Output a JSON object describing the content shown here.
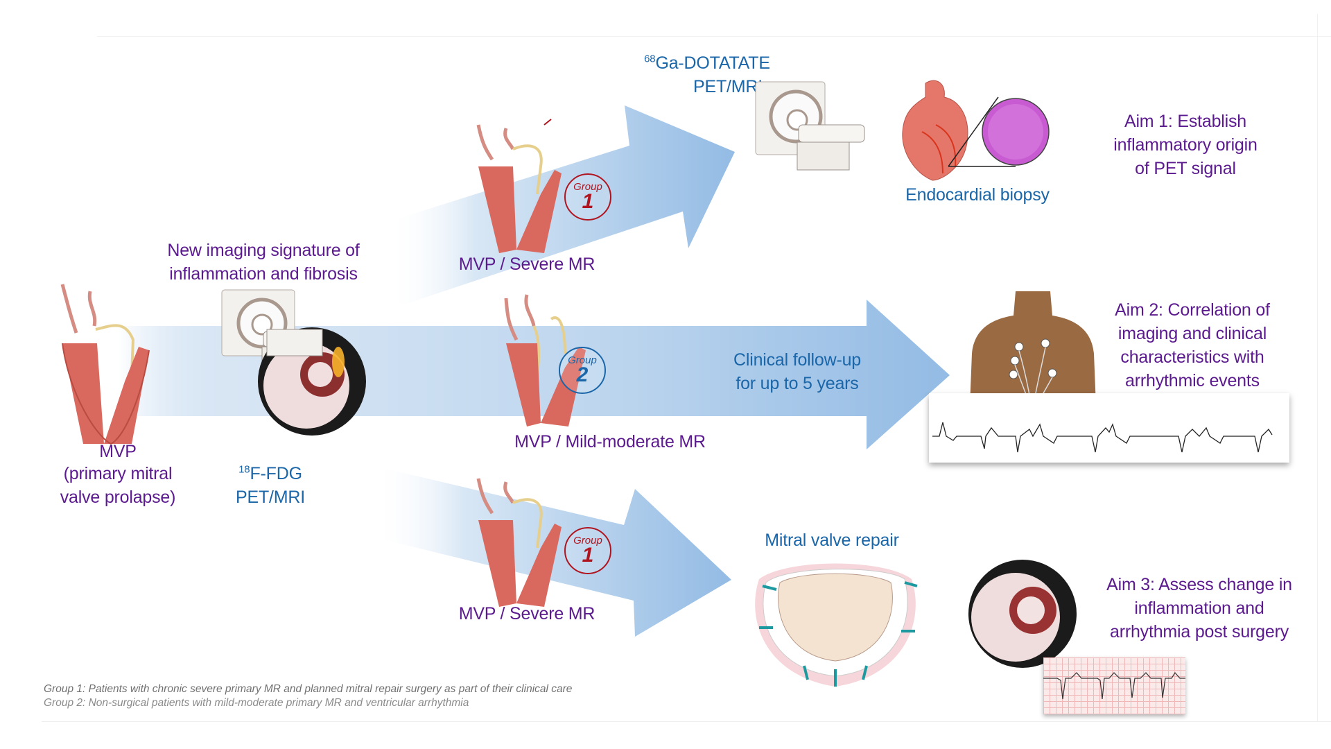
{
  "colors": {
    "purple_text": "#5b1a8e",
    "blue_text": "#1a66a8",
    "arrow_blue": "#9cc1e6",
    "group1_red": "#b0141e",
    "group2_blue": "#1a66a8",
    "heart_muscle": "#d9685e"
  },
  "start": {
    "mvp_label": "MVP",
    "mvp_sub1": "(primary mitral",
    "mvp_sub2": "valve prolapse)",
    "signature_line1": "New imaging signature of",
    "signature_line2": "inflammation and fibrosis",
    "fdg_sup": "18",
    "fdg_main": "F-FDG",
    "fdg_line2": "PET/MRI",
    "icons": [
      "heart-valve-diagram-icon",
      "mri-scanner-icon",
      "cardiac-pet-mri-scan-icon"
    ]
  },
  "arm_top": {
    "group_word": "Group",
    "group_number": "1",
    "cohort_label": "MVP / Severe MR",
    "tracer_sup": "68",
    "tracer_main": "Ga-DOTATATE",
    "tracer_line2": "PET/MRI",
    "biopsy_label": "Endocardial biopsy",
    "aim_lines": [
      "Aim 1: Establish",
      "inflammatory origin",
      "of PET signal"
    ]
  },
  "arm_middle": {
    "group_word": "Group",
    "group_number": "2",
    "cohort_label": "MVP / Mild-moderate MR",
    "followup_line1": "Clinical follow-up",
    "followup_line2": "for up to 5 years",
    "aim_lines": [
      "Aim 2: Correlation of",
      "imaging and clinical",
      "characteristics with",
      "arrhythmic events"
    ]
  },
  "arm_bottom": {
    "group_word": "Group",
    "group_number": "1",
    "cohort_label": "MVP / Severe MR",
    "repair_label": "Mitral valve repair",
    "aim_lines": [
      "Aim 3: Assess change in",
      "inflammation and",
      "arrhythmia post surgery"
    ]
  },
  "footnotes": [
    "Group 1: Patients with chronic severe primary MR and planned mitral repair surgery as part of their clinical care",
    "Group 2: Non-surgical patients with mild-moderate primary MR and ventricular arrhythmia"
  ]
}
